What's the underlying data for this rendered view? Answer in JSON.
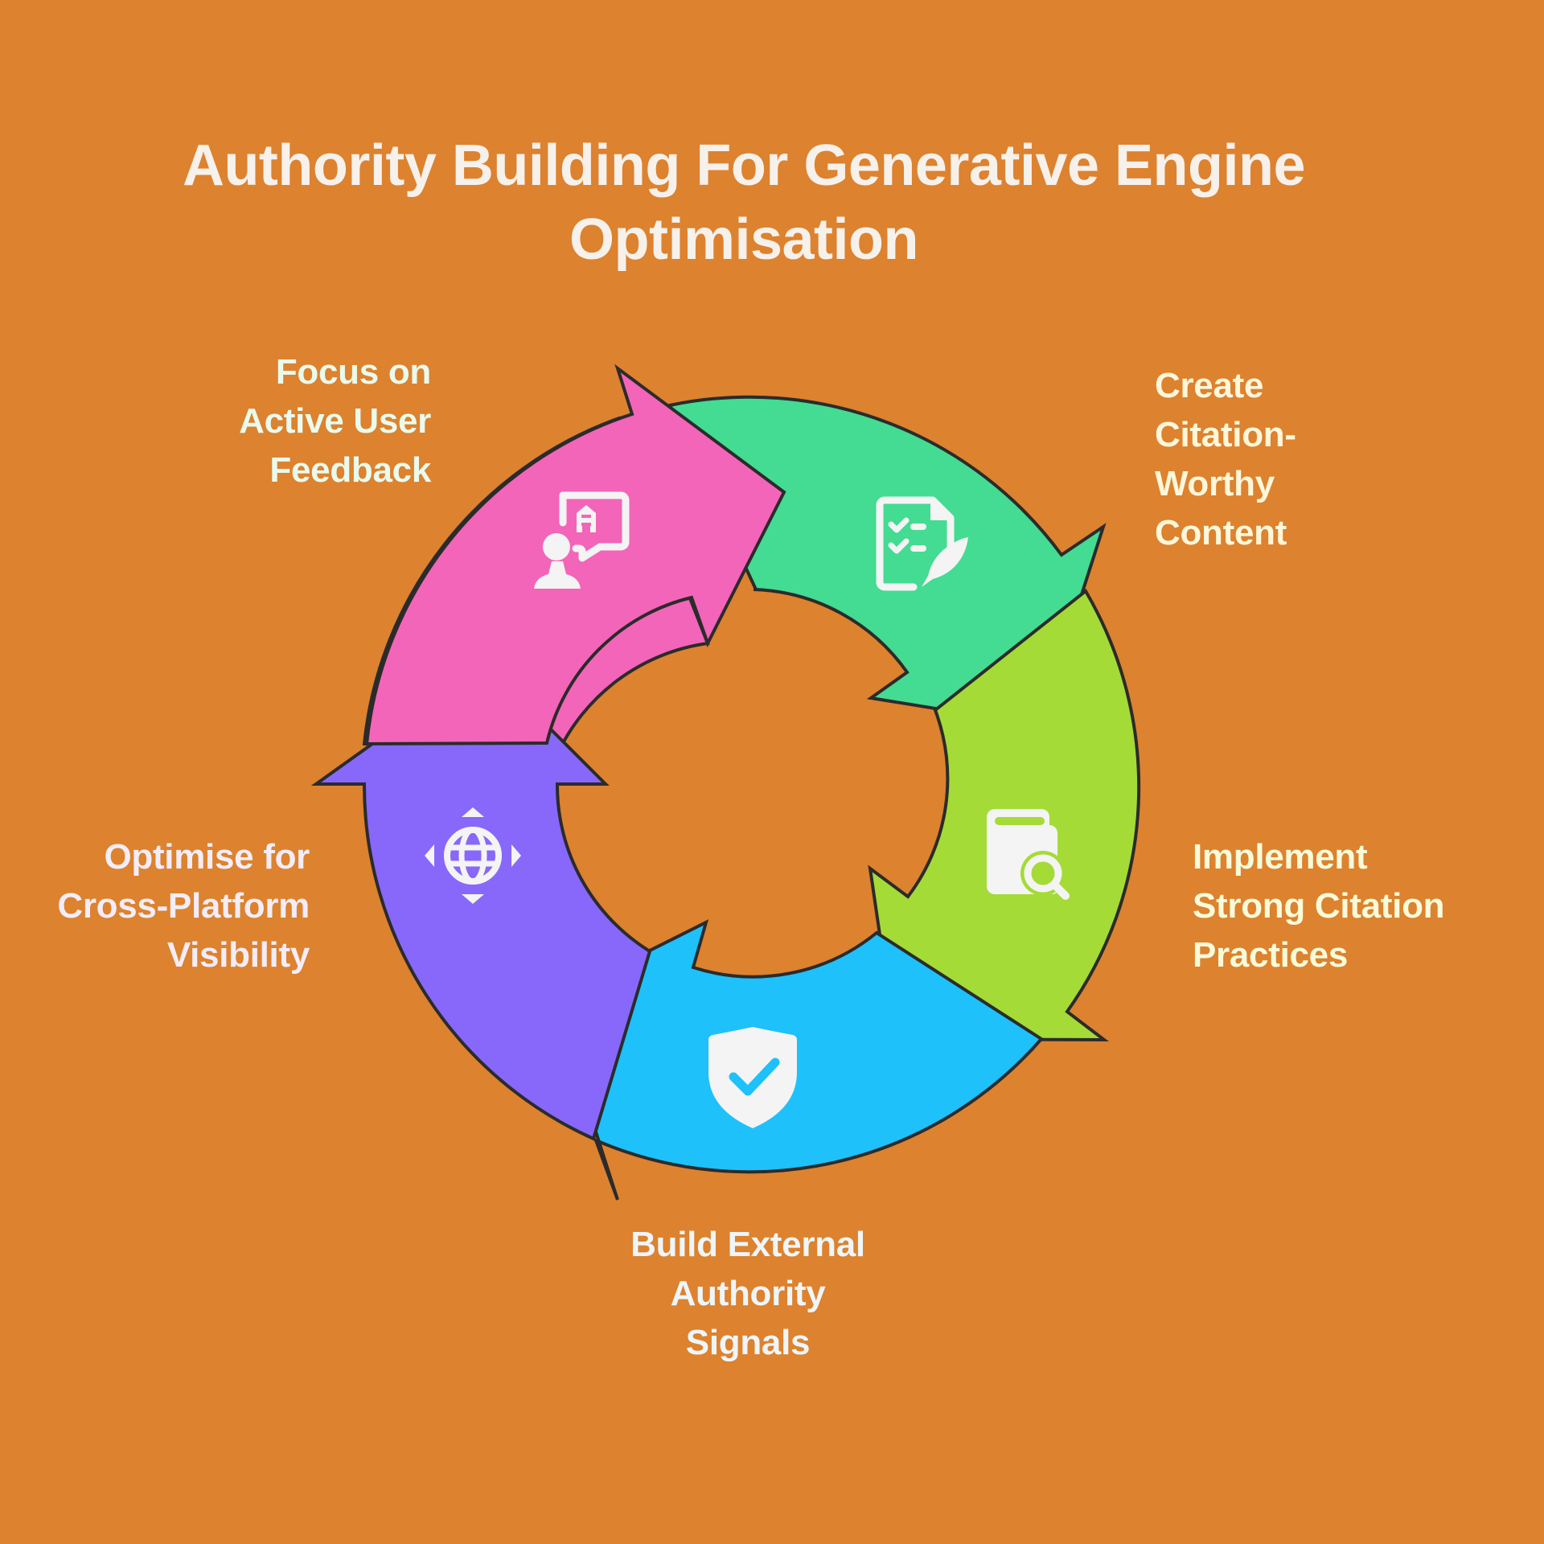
{
  "title": {
    "line1": "Authority Building For Generative Engine",
    "line2": "Optimisation"
  },
  "colors": {
    "background": "#DD822F",
    "outline": "#2B2B2B",
    "icon": "#F4F4F4"
  },
  "steps": [
    {
      "id": "feedback",
      "lines": [
        "Focus on",
        "Active User",
        "Feedback"
      ],
      "color": "#F365B8",
      "icon": "user-feedback-icon"
    },
    {
      "id": "content",
      "lines": [
        "Create",
        "Citation-",
        "Worthy",
        "Content"
      ],
      "color": "#44DB92",
      "icon": "checklist-quill-icon"
    },
    {
      "id": "practices",
      "lines": [
        "Implement",
        "Strong Citation",
        "Practices"
      ],
      "color": "#A4DB37",
      "icon": "book-search-icon"
    },
    {
      "id": "signals",
      "lines": [
        "Build External",
        "Authority",
        "Signals"
      ],
      "color": "#1EC1FA",
      "icon": "shield-check-icon"
    },
    {
      "id": "visibility",
      "lines": [
        "Optimise for",
        "Cross-Platform",
        "Visibility"
      ],
      "color": "#8768FA",
      "icon": "globe-arrows-icon"
    }
  ]
}
